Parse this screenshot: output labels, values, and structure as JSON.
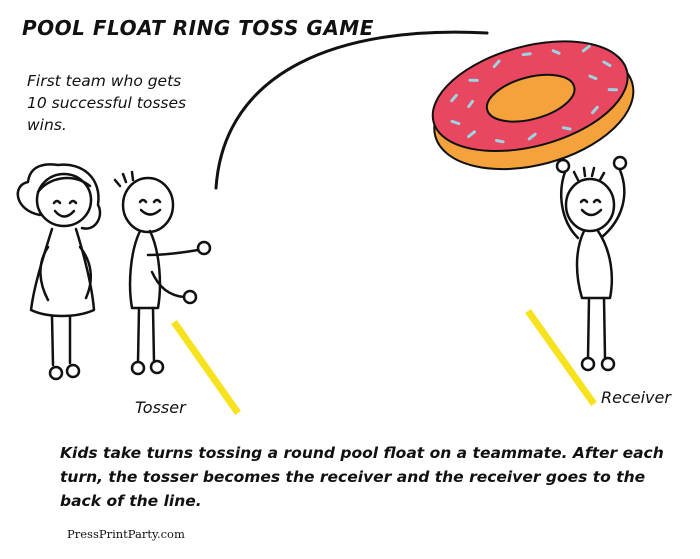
{
  "title": "Pool float ring toss game",
  "rule": "First team who gets 10 successful tosses wins.",
  "labels": {
    "tosser": "Tosser",
    "receiver": "Receiver"
  },
  "instructions": "Kids take turns tossing a round pool float on a teammate. After each turn, the tosser becomes the receiver and the receiver goes to the back of the line.",
  "credit": "PressPrintParty.com",
  "colors": {
    "frosting": "#e8475f",
    "dough": "#f4a23c",
    "sprinkles": "#9bd4e4",
    "line_marker": "#f7e21f",
    "ink": "#111111"
  },
  "icons": [
    "girl-figure",
    "boy-tosser-figure",
    "receiver-figure",
    "donut-pool-float",
    "throw-arc"
  ]
}
